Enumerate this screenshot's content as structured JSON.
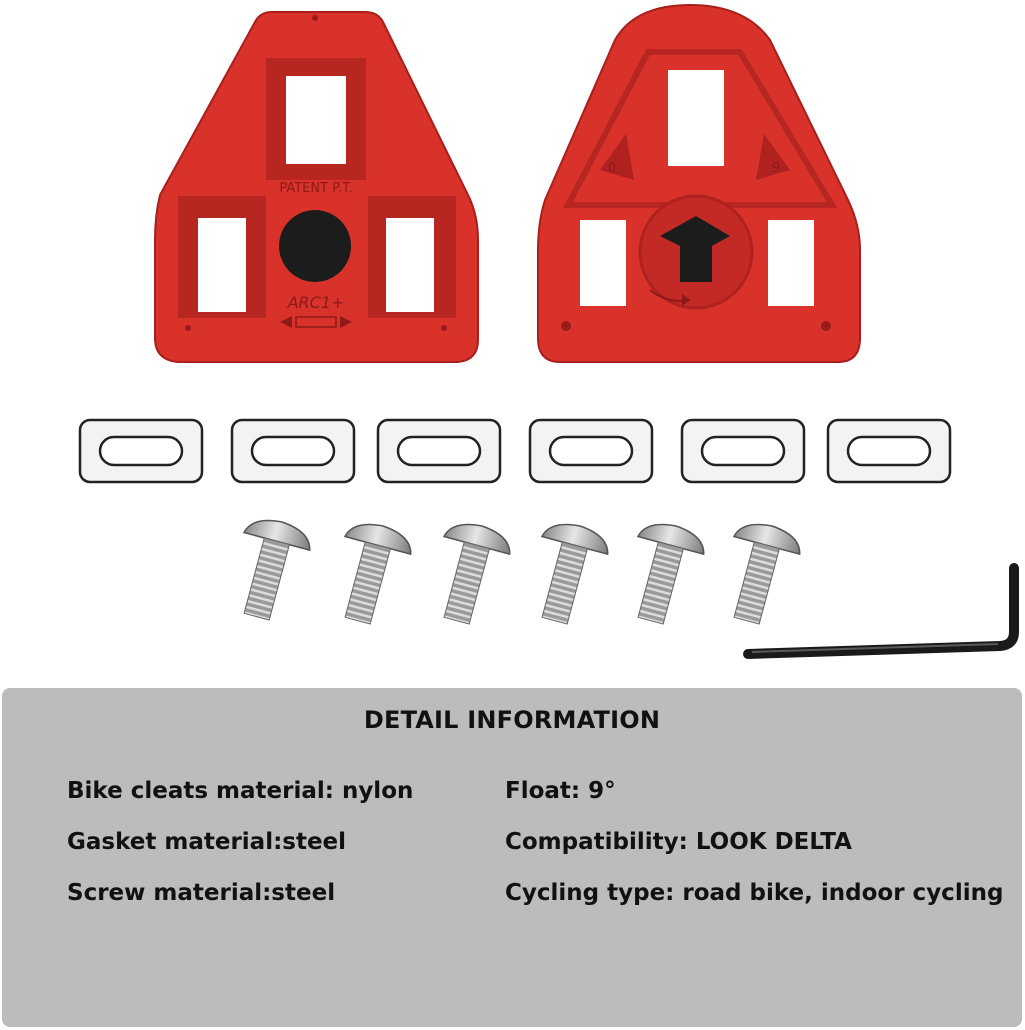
{
  "colors": {
    "cleat": "#d8322b",
    "cleat_dark": "#a81f1c",
    "panel": "#bcbcbc",
    "text": "#111111"
  },
  "cleat_left": {
    "mould_text_1": "PATENT P.T.",
    "mould_text_2": "ARC1+"
  },
  "cleat_right": {
    "mould_text_left": "0",
    "mould_text_right": "9"
  },
  "detail": {
    "title": "DETAIL INFORMATION",
    "specs_left": [
      "Bike cleats material: nylon",
      "Gasket material:steel",
      "Screw material:steel"
    ],
    "specs_right": [
      "Float: 9°",
      "Compatibility: LOOK DELTA",
      "Cycling type: road bike, indoor cycling"
    ]
  }
}
